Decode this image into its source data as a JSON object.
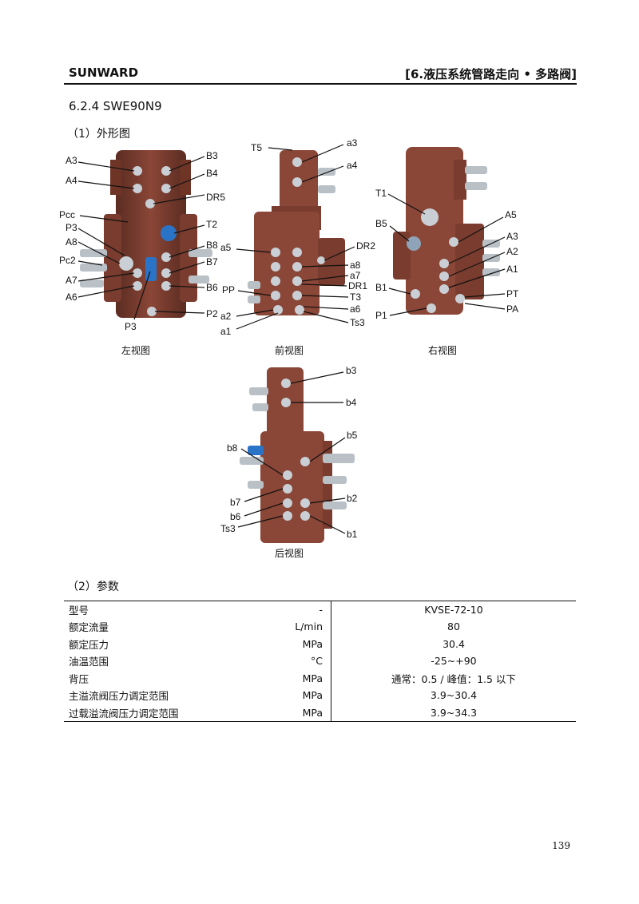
{
  "header": {
    "brand": "SUNWARD",
    "chapter": "[6.液压系统管路走向 • 多路阀]"
  },
  "section_title": "6.2.4 SWE90N9",
  "subsection_appearance": "（1）外形图",
  "subsection_params": "（2）参数",
  "figures": {
    "left": {
      "caption": "左视图",
      "labels": [
        "A3",
        "A4",
        "Pcc",
        "P3",
        "A8",
        "Pc2",
        "A7",
        "A6",
        "P3",
        "B3",
        "B4",
        "DR5",
        "T2",
        "B8",
        "B7",
        "B6",
        "P2"
      ]
    },
    "front": {
      "caption": "前视图",
      "labels": [
        "T5",
        "a3",
        "a4",
        "a5",
        "PP",
        "a2",
        "a1",
        "DR2",
        "a8",
        "a7",
        "DR1",
        "T3",
        "a6",
        "Ts3"
      ]
    },
    "right": {
      "caption": "右视图",
      "labels": [
        "T1",
        "B5",
        "B1",
        "P1",
        "A5",
        "A3",
        "A2",
        "A1",
        "PT",
        "PA"
      ]
    },
    "back": {
      "caption": "后视图",
      "labels": [
        "b3",
        "b4",
        "b5",
        "b8",
        "b7",
        "b2",
        "b6",
        "Ts3",
        "b1"
      ]
    }
  },
  "params_table": {
    "rows": [
      {
        "name": "型号",
        "unit": "-",
        "value": "KVSE-72-10"
      },
      {
        "name": "额定流量",
        "unit": "L/min",
        "value": "80"
      },
      {
        "name": "额定压力",
        "unit": "MPa",
        "value": "30.4"
      },
      {
        "name": "油温范围",
        "unit": "°C",
        "value": "-25~+90"
      },
      {
        "name": "背压",
        "unit": "MPa",
        "value": "通常：0.5 /  峰值：1.5 以下"
      },
      {
        "name": "主溢流阀压力调定范围",
        "unit": "MPa",
        "value": "3.9~30.4"
      },
      {
        "name": "过载溢流阀压力调定范围",
        "unit": "MPa",
        "value": "3.9~34.3"
      }
    ]
  },
  "page_number": "139",
  "colors": {
    "valve_body": "#8a4636",
    "valve_dark": "#5b2c22",
    "fitting": "#b9c0c6",
    "blue_port": "#2a74c8"
  }
}
